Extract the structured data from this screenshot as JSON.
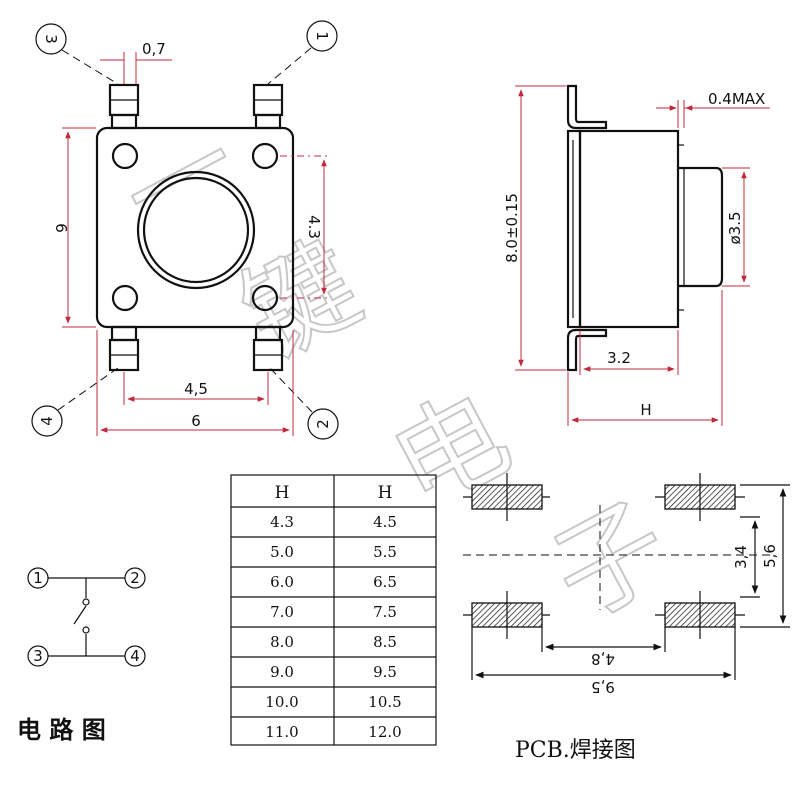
{
  "watermark": "一键电子",
  "top_view": {
    "pins": [
      "3",
      "1",
      "4",
      "2"
    ],
    "dims": {
      "lead_offset": "0,7",
      "body_height": "6",
      "hole_pitch_v": "4.3",
      "lead_pitch": "4,5",
      "body_width": "6"
    }
  },
  "side_view": {
    "height": "8.0±0.15",
    "lead_thickness": "0.4MAX",
    "stem_dia": "ø3.5",
    "body_length": "3.2",
    "total_height": "H"
  },
  "table": {
    "headers": [
      "H",
      "H"
    ],
    "rows": [
      [
        "4.3",
        "4.5"
      ],
      [
        "5.0",
        "5.5"
      ],
      [
        "6.0",
        "6.5"
      ],
      [
        "7.0",
        "7.5"
      ],
      [
        "8.0",
        "8.5"
      ],
      [
        "9.0",
        "9.5"
      ],
      [
        "10.0",
        "10.5"
      ],
      [
        "11.0",
        "12.0"
      ]
    ]
  },
  "circuit": {
    "pins": [
      "1",
      "2",
      "3",
      "4"
    ],
    "caption": "电 路 图"
  },
  "pcb": {
    "dims": {
      "inner_v": "3,4",
      "outer_v": "5,6",
      "inner_h": "4,8",
      "outer_h": "9,5"
    },
    "caption": "PCB.焊接图"
  }
}
